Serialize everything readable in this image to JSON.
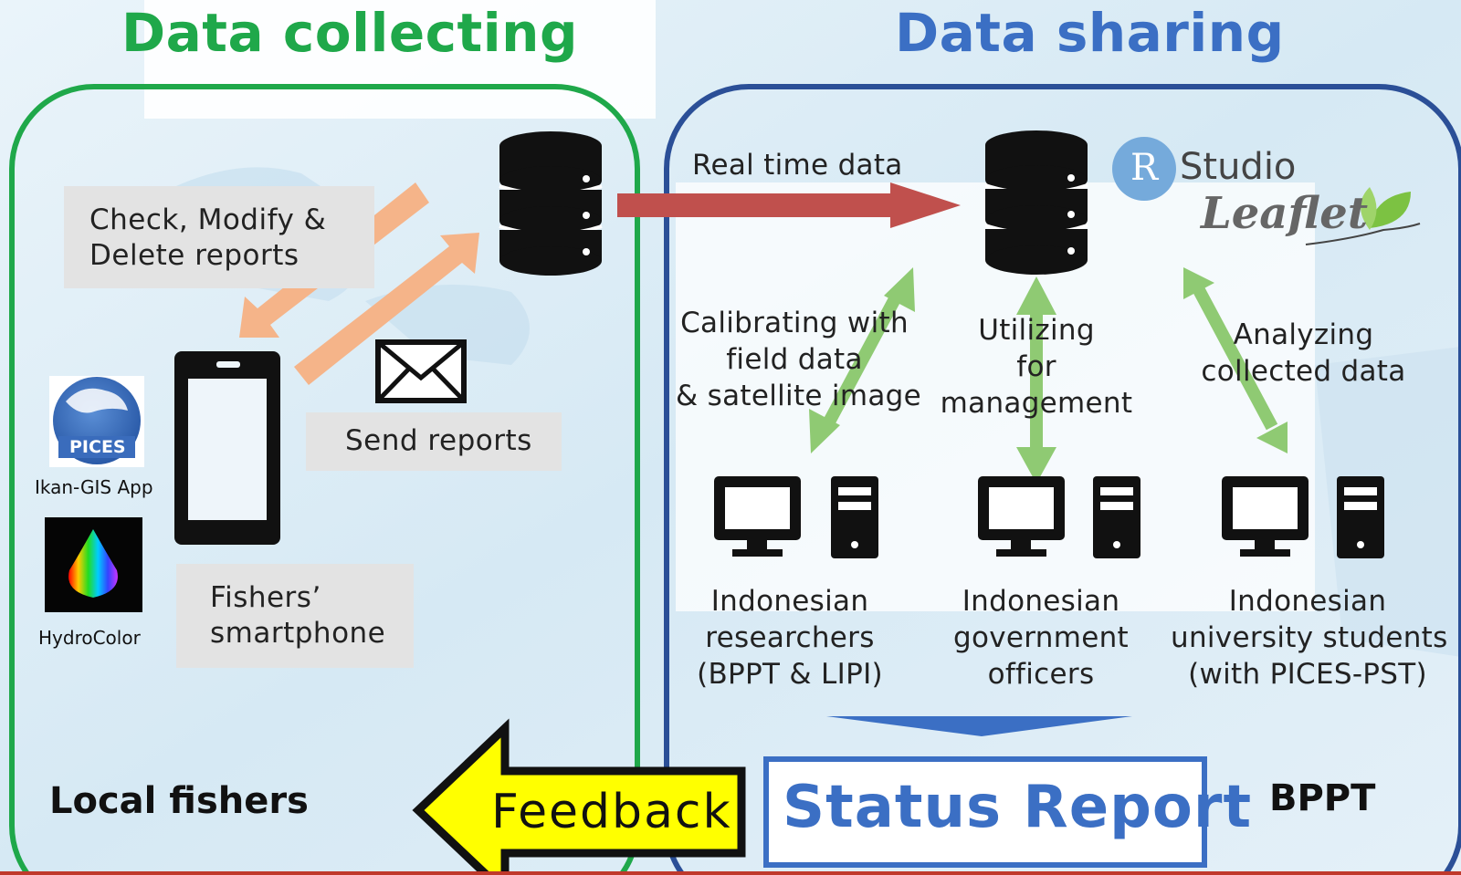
{
  "headers": {
    "left": "Data collecting",
    "right": "Data sharing"
  },
  "left_panel": {
    "check_box": [
      "Check, Modify &",
      "Delete reports"
    ],
    "send_box": "Send reports",
    "smartphone_box": [
      "Fishers’",
      "smartphone"
    ],
    "app1_logo_text": "PICES",
    "app1_caption": "Ikan-GIS App",
    "app2_caption": "HydroColor",
    "footer": "Local fishers"
  },
  "right_panel": {
    "flow_label": "Real time data",
    "tool_logos": {
      "rstudio_r": "R",
      "rstudio_text": "Studio",
      "leaflet": "Leaflet"
    },
    "links": [
      {
        "lines": [
          "Calibrating with",
          "field data",
          "& satellite image"
        ]
      },
      {
        "lines": [
          "Utilizing",
          "for",
          "management"
        ]
      },
      {
        "lines": [
          "Analyzing",
          "collected data"
        ]
      }
    ],
    "users": [
      {
        "lines": [
          "Indonesian",
          "researchers",
          "(BPPT & LIPI)"
        ]
      },
      {
        "lines": [
          "Indonesian",
          "government",
          "officers"
        ]
      },
      {
        "lines": [
          "Indonesian",
          "university students",
          "(with PICES-PST)"
        ]
      }
    ],
    "footer": "BPPT"
  },
  "feedback": "Feedback",
  "status_report": "Status Report",
  "colors": {
    "green": "#1fa84a",
    "blue": "#2b4f97",
    "title_blue": "#3b6fc4",
    "orange_arrow": "#f5b489",
    "red_arrow": "#c0504d",
    "green_arrow": "#8fca73",
    "feedback_yellow": "#ffff00"
  }
}
